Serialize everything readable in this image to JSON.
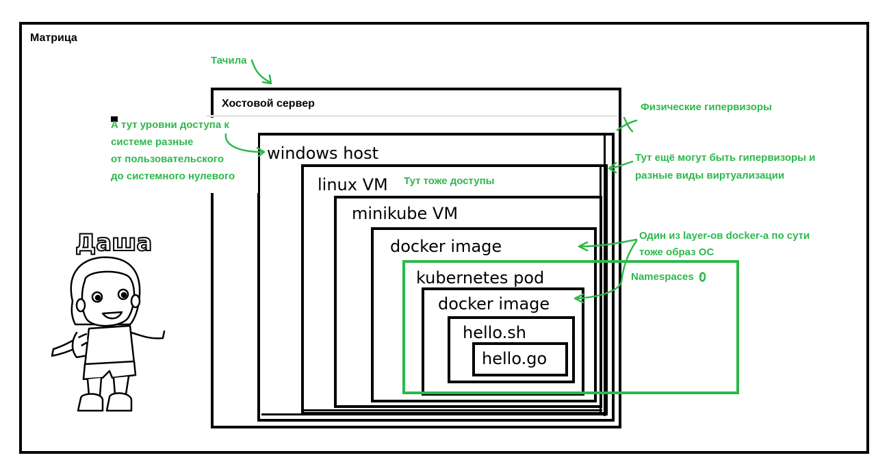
{
  "matrix": {
    "label": "Матрица"
  },
  "host_server": {
    "label": "Хостовой сервер"
  },
  "boxes": {
    "windows_host": "windows host",
    "linux_vm": "linux VM",
    "minikube_vm": "minikube VM",
    "docker_image_outer": "docker image",
    "kubernetes_pod": "kubernetes pod",
    "docker_image_inner": "docker image",
    "hello_sh": "hello.sh",
    "hello_go": "hello.go"
  },
  "annotations": {
    "tachila": "Тачила",
    "physical_hypervisors": "Физические гипервизоры",
    "access_levels": [
      "А тут уровни доступа к",
      "системе разные",
      "от пользовательского",
      "до системного нулевого"
    ],
    "more_hypervisors": [
      "Тут ещё могут быть гипервизоры и",
      "разные виды виртуализации"
    ],
    "access_too": "Тут тоже доступы",
    "docker_layer": [
      "Один из layer-ов docker-а по сути",
      "тоже образ ОС"
    ],
    "namespaces": "Namespaces"
  },
  "character": {
    "name": "Даша"
  },
  "colors": {
    "annotation": "#2db84b",
    "frame": "#000000"
  }
}
